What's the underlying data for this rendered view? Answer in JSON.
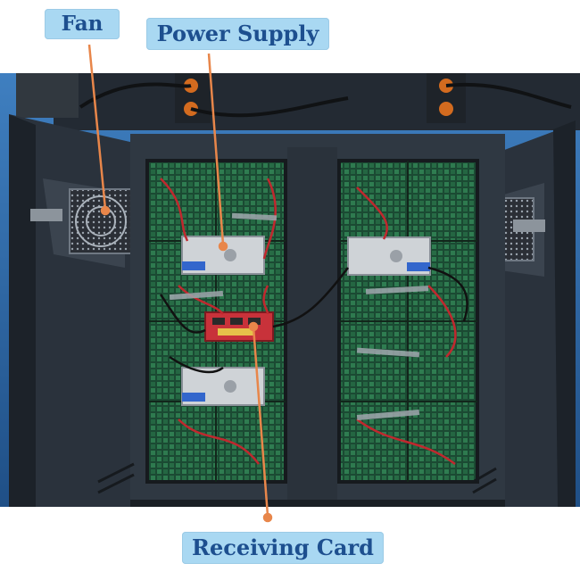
{
  "labels": {
    "fan": "Fan",
    "power_supply": "Power Supply",
    "receiving_card": "Receiving Card"
  },
  "colors": {
    "callout_bg": "#a9d8f2",
    "callout_text": "#1d4f8f",
    "leader_line": "#e8864a",
    "cabinet": "#2b3540",
    "backdrop": "#2a5c8f",
    "module_green": "#1f5a3c",
    "wire_red": "#c0282e"
  }
}
